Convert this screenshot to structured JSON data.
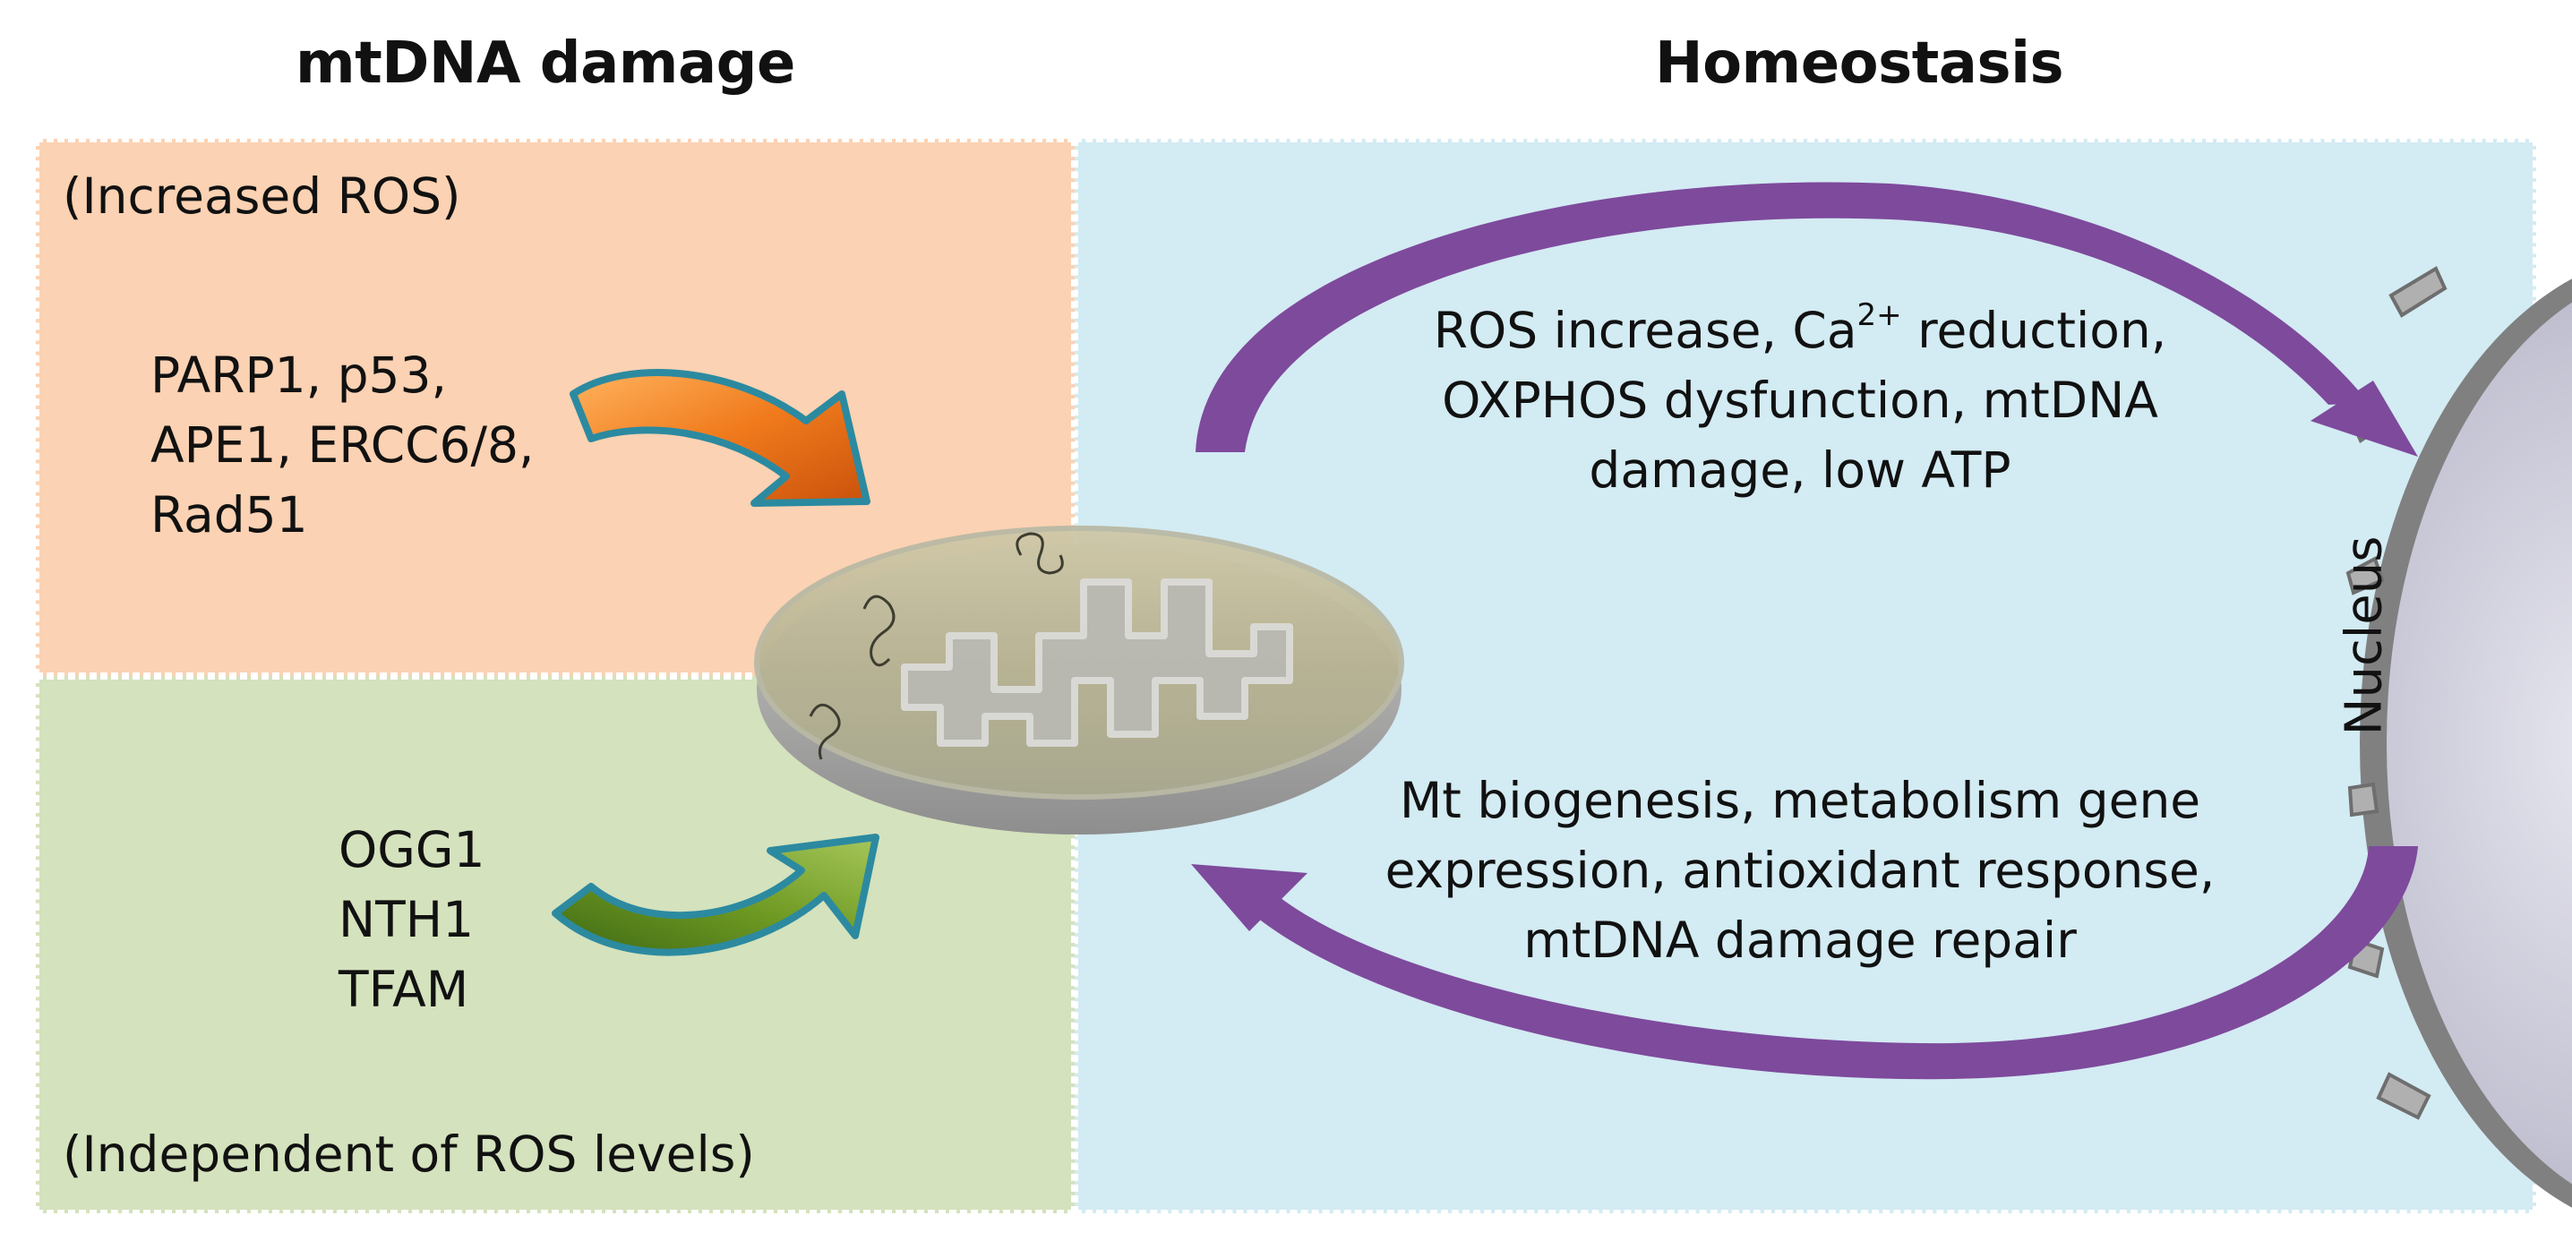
{
  "headings": {
    "left": "mtDNA damage",
    "right": "Homeostasis"
  },
  "panels": {
    "top_note": "(Increased ROS)",
    "bottom_note": "(Independent of ROS levels)"
  },
  "ros_dependent_factors": [
    "PARP1, p53,",
    "APE1, ERCC6/8,",
    "Rad51"
  ],
  "ros_independent_factors": [
    "OGG1",
    "NTH1",
    "TFAM"
  ],
  "signals_to_nucleus": {
    "line1_prefix": "ROS increase, Ca",
    "line1_superscript": "2+",
    "line1_suffix": " reduction,",
    "line2": "OXPHOS dysfunction, mtDNA",
    "line3": "damage, low ATP"
  },
  "signals_from_nucleus": [
    "Mt biogenesis, metabolism gene",
    "expression, antioxidant response,",
    "mtDNA damage repair"
  ],
  "nucleus_label": "Nucleus",
  "colors": {
    "panel_orange": "#fbd2b3",
    "panel_green": "#d4e2bd",
    "panel_blue": "#d3ebf3",
    "arrow_orange": "#f07a1c",
    "arrow_green": "#6f9a23",
    "arrow_purple": "#7e4a9c",
    "arrow_outline": "#2c8aa0"
  }
}
